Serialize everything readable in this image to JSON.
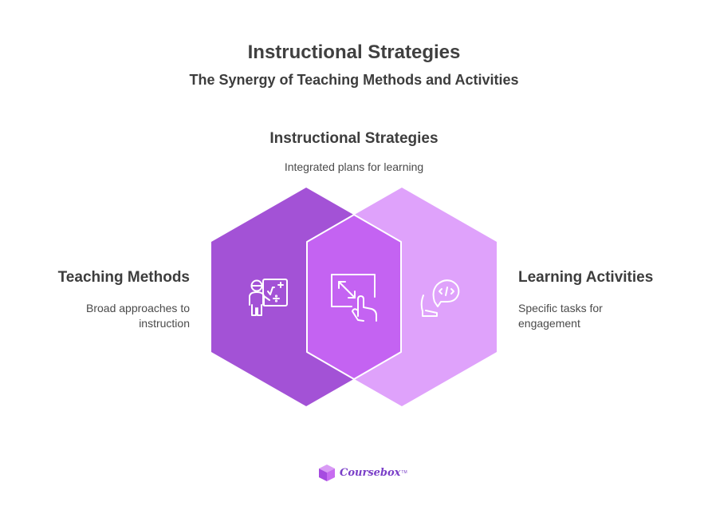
{
  "header": {
    "title": "Instructional Strategies",
    "subtitle": "The Synergy of Teaching Methods and Activities"
  },
  "nodes": {
    "center": {
      "title": "Instructional Strategies",
      "description": "Integrated plans for learning",
      "icon": "touch-screen-expand-icon"
    },
    "left": {
      "title": "Teaching Methods",
      "description_line1": "Broad approaches to",
      "description_line2": "instruction",
      "icon": "teacher-math-board-icon"
    },
    "right": {
      "title": "Learning Activities",
      "description_line1": "Specific tasks for",
      "description_line2": "engagement",
      "icon": "hand-code-bubble-icon"
    }
  },
  "colors": {
    "left_hexagon": "#a352d6",
    "right_hexagon": "#dfa2fb",
    "overlap": "#c463f2",
    "icon_stroke": "#ffffff"
  },
  "branding": {
    "logo_text": "Coursebox",
    "trademark": "TM",
    "logo_color": "#7a3fc8"
  }
}
